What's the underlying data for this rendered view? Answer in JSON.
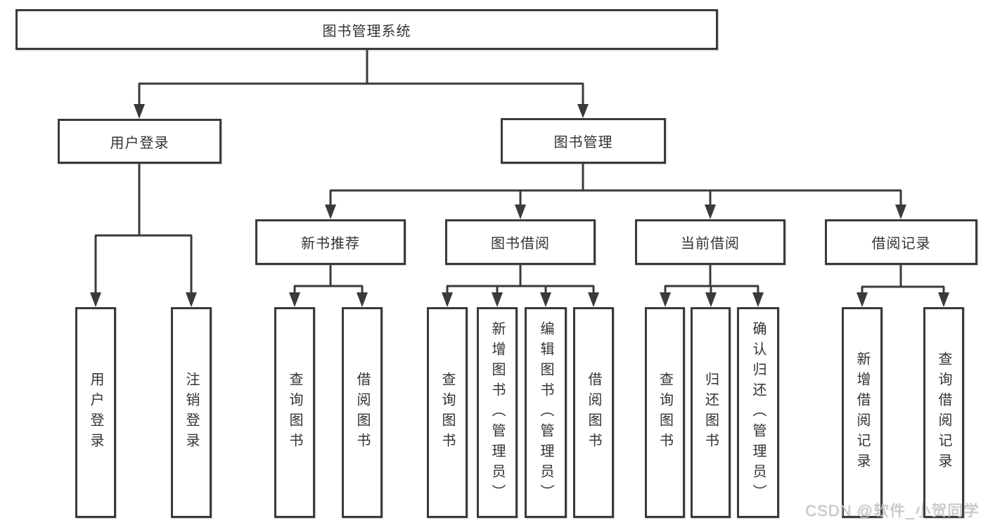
{
  "diagram": {
    "root": {
      "label": "图书管理系统",
      "children": [
        {
          "label": "用户登录",
          "children": [
            {
              "label": "用户登录"
            },
            {
              "label": "注销登录"
            }
          ]
        },
        {
          "label": "图书管理",
          "children": [
            {
              "label": "新书推荐",
              "children": [
                {
                  "label": "查询图书"
                },
                {
                  "label": "借阅图书"
                }
              ]
            },
            {
              "label": "图书借阅",
              "children": [
                {
                  "label": "查询图书"
                },
                {
                  "label": "新增图书（管理员）"
                },
                {
                  "label": "编辑图书（管理员）"
                },
                {
                  "label": "借阅图书"
                }
              ]
            },
            {
              "label": "当前借阅",
              "children": [
                {
                  "label": "查询图书"
                },
                {
                  "label": "归还图书"
                },
                {
                  "label": "确认归还（管理员）"
                }
              ]
            },
            {
              "label": "借阅记录",
              "children": [
                {
                  "label": "新增借阅记录"
                },
                {
                  "label": "查询借阅记录"
                }
              ]
            }
          ]
        }
      ]
    },
    "line_color": "#3a3a3a",
    "box_background": "#ffffff",
    "text_color": "#333333"
  },
  "watermark": {
    "text": "CSDN @软件_小贺同学",
    "color": "#c3c3c3"
  }
}
